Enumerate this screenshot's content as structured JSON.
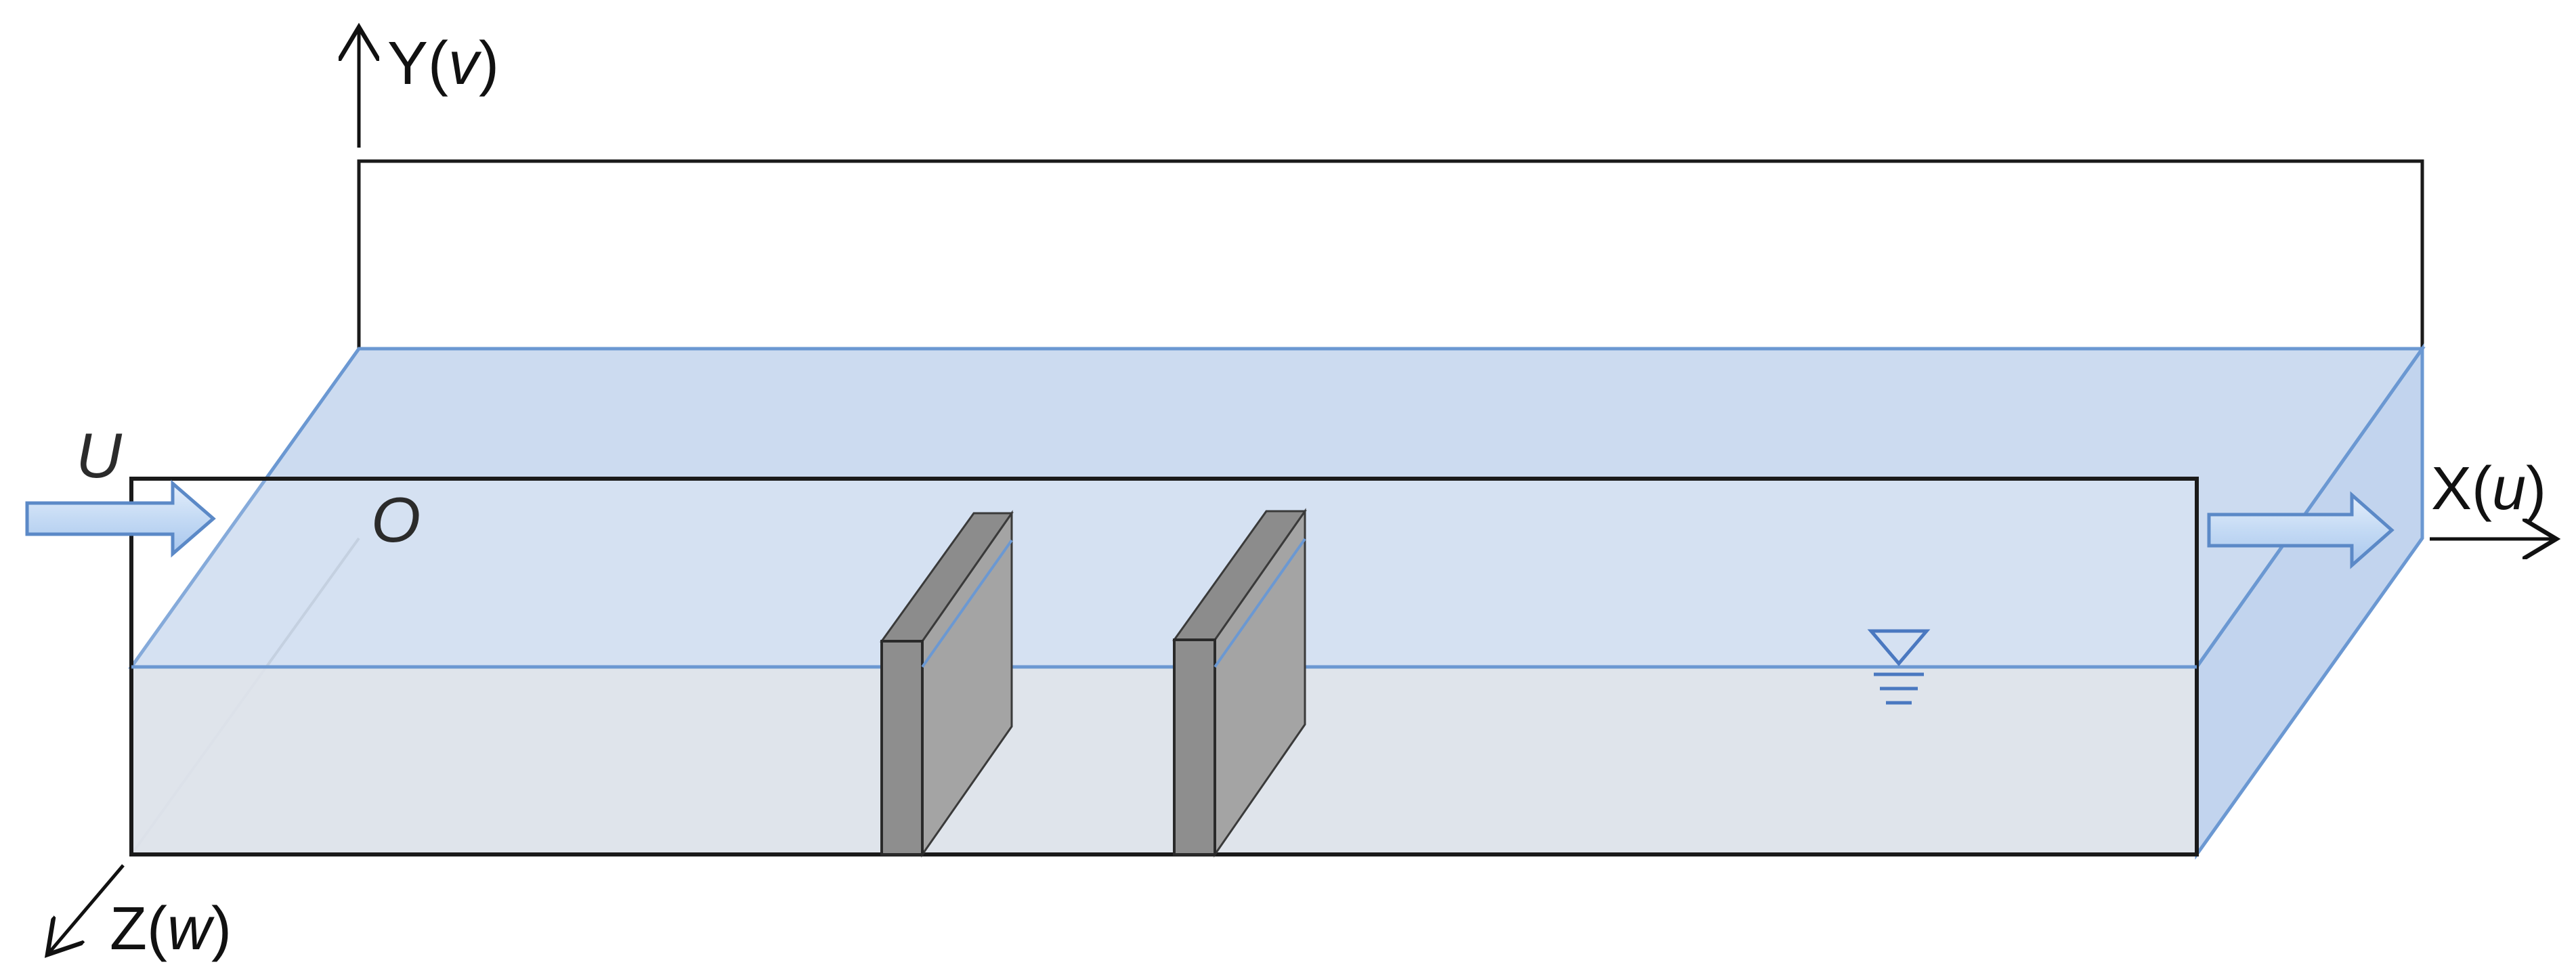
{
  "axes": {
    "y": {
      "name": "Y",
      "variable": "v"
    },
    "x": {
      "name": "X",
      "variable": "u"
    },
    "z": {
      "name": "Z",
      "variable": "w"
    }
  },
  "labels": {
    "inflow_velocity": "U",
    "origin": "O"
  },
  "colors": {
    "water_fill": "#c9d9ef",
    "water_front": "#d6dce6",
    "water_edge": "#6b98d2",
    "baffle_dark": "#8c8c8c",
    "baffle_side": "#a2a2a2",
    "arrow_fill": "#c4daf4",
    "arrow_edge": "#5b89c7",
    "outline": "#1a1a1a"
  },
  "icons": [
    "flow-inlet-arrow-icon",
    "flow-outlet-arrow-icon",
    "free-surface-symbol-icon"
  ]
}
